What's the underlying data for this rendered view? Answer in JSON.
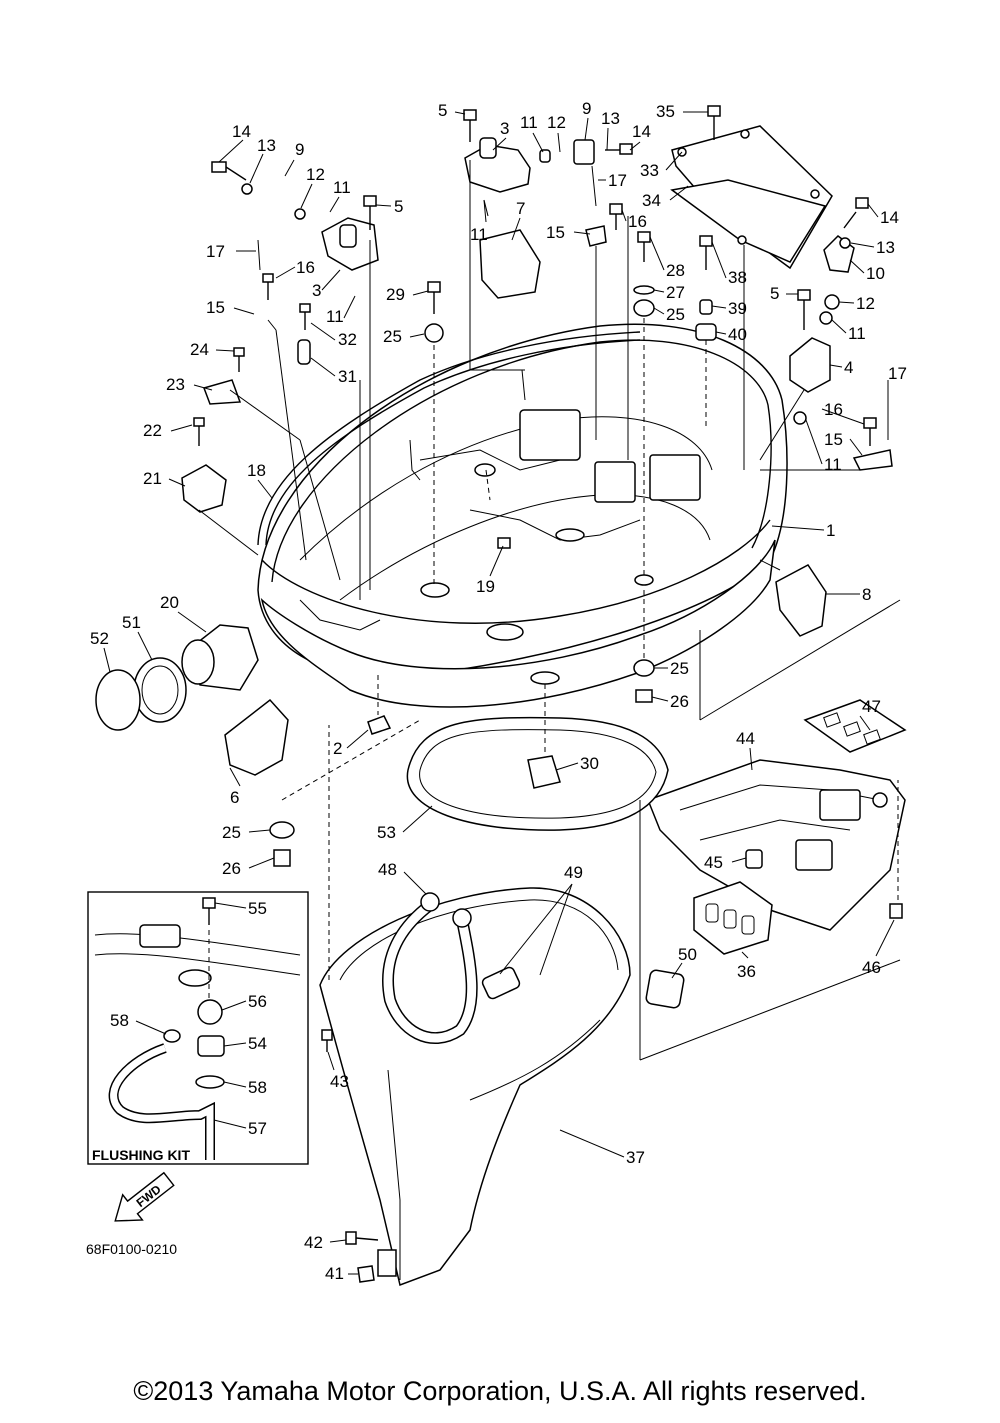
{
  "diagram": {
    "reference_code": "68F0100-0210",
    "flushing_kit_label": "FLUSHING KIT",
    "fwd_arrow_label": "FWD",
    "callouts": [
      {
        "id": "c14a",
        "label": "14"
      },
      {
        "id": "c13a",
        "label": "13"
      },
      {
        "id": "c9a",
        "label": "9"
      },
      {
        "id": "c12a",
        "label": "12"
      },
      {
        "id": "c11a",
        "label": "11"
      },
      {
        "id": "c5a",
        "label": "5"
      },
      {
        "id": "c17a",
        "label": "17"
      },
      {
        "id": "c16a",
        "label": "16"
      },
      {
        "id": "c3a",
        "label": "3"
      },
      {
        "id": "c11b",
        "label": "11"
      },
      {
        "id": "c15a",
        "label": "15"
      },
      {
        "id": "c32",
        "label": "32"
      },
      {
        "id": "c31",
        "label": "31"
      },
      {
        "id": "c24",
        "label": "24"
      },
      {
        "id": "c23",
        "label": "23"
      },
      {
        "id": "c22",
        "label": "22"
      },
      {
        "id": "c21",
        "label": "21"
      },
      {
        "id": "c18",
        "label": "18"
      },
      {
        "id": "c29",
        "label": "29"
      },
      {
        "id": "c25a",
        "label": "25"
      },
      {
        "id": "c5b",
        "label": "5"
      },
      {
        "id": "c3b",
        "label": "3"
      },
      {
        "id": "c11c",
        "label": "11"
      },
      {
        "id": "c12b",
        "label": "12"
      },
      {
        "id": "c9b",
        "label": "9"
      },
      {
        "id": "c13b",
        "label": "13"
      },
      {
        "id": "c14b",
        "label": "14"
      },
      {
        "id": "c11d",
        "label": "11"
      },
      {
        "id": "c7",
        "label": "7"
      },
      {
        "id": "c17b",
        "label": "17"
      },
      {
        "id": "c16b",
        "label": "16"
      },
      {
        "id": "c15b",
        "label": "15"
      },
      {
        "id": "c35",
        "label": "35"
      },
      {
        "id": "c33",
        "label": "33"
      },
      {
        "id": "c34",
        "label": "34"
      },
      {
        "id": "c28",
        "label": "28"
      },
      {
        "id": "c27",
        "label": "27"
      },
      {
        "id": "c25b",
        "label": "25"
      },
      {
        "id": "c38",
        "label": "38"
      },
      {
        "id": "c39",
        "label": "39"
      },
      {
        "id": "c40",
        "label": "40"
      },
      {
        "id": "c14c",
        "label": "14"
      },
      {
        "id": "c13c",
        "label": "13"
      },
      {
        "id": "c10",
        "label": "10"
      },
      {
        "id": "c5c",
        "label": "5"
      },
      {
        "id": "c12c",
        "label": "12"
      },
      {
        "id": "c11e",
        "label": "11"
      },
      {
        "id": "c4",
        "label": "4"
      },
      {
        "id": "c17c",
        "label": "17"
      },
      {
        "id": "c16c",
        "label": "16"
      },
      {
        "id": "c15c",
        "label": "15"
      },
      {
        "id": "c11f",
        "label": "11"
      },
      {
        "id": "c1",
        "label": "1"
      },
      {
        "id": "c19",
        "label": "19"
      },
      {
        "id": "c8",
        "label": "8"
      },
      {
        "id": "c20",
        "label": "20"
      },
      {
        "id": "c51",
        "label": "51"
      },
      {
        "id": "c52",
        "label": "52"
      },
      {
        "id": "c25c",
        "label": "25"
      },
      {
        "id": "c26a",
        "label": "26"
      },
      {
        "id": "c47",
        "label": "47"
      },
      {
        "id": "c2",
        "label": "2"
      },
      {
        "id": "c30",
        "label": "30"
      },
      {
        "id": "c44",
        "label": "44"
      },
      {
        "id": "c6",
        "label": "6"
      },
      {
        "id": "c25d",
        "label": "25"
      },
      {
        "id": "c53",
        "label": "53"
      },
      {
        "id": "c26b",
        "label": "26"
      },
      {
        "id": "c48",
        "label": "48"
      },
      {
        "id": "c49",
        "label": "49"
      },
      {
        "id": "c45",
        "label": "45"
      },
      {
        "id": "c55",
        "label": "55"
      },
      {
        "id": "c56",
        "label": "56"
      },
      {
        "id": "c58a",
        "label": "58"
      },
      {
        "id": "c54",
        "label": "54"
      },
      {
        "id": "c58b",
        "label": "58"
      },
      {
        "id": "c57",
        "label": "57"
      },
      {
        "id": "c50",
        "label": "50"
      },
      {
        "id": "c36",
        "label": "36"
      },
      {
        "id": "c46",
        "label": "46"
      },
      {
        "id": "c43",
        "label": "43"
      },
      {
        "id": "c37",
        "label": "37"
      },
      {
        "id": "c42",
        "label": "42"
      },
      {
        "id": "c41",
        "label": "41"
      }
    ]
  },
  "footer": {
    "copyright": "©2013 Yamaha Motor Corporation, U.S.A. All rights reserved."
  }
}
